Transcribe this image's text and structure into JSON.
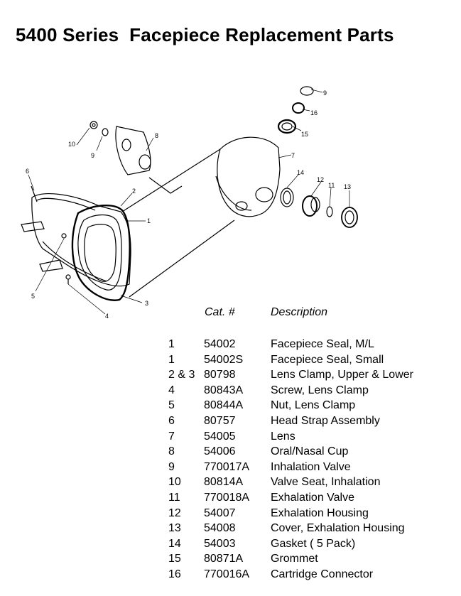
{
  "title": "5400 Series  Facepiece Replacement Parts",
  "diagram": {
    "callouts": [
      "1",
      "2",
      "3",
      "4",
      "5",
      "6",
      "7",
      "8",
      "9",
      "10",
      "9",
      "11",
      "12",
      "13",
      "14",
      "15",
      "16"
    ]
  },
  "table": {
    "headers": {
      "cat": "Cat. #",
      "desc": "Description"
    },
    "rows": [
      {
        "item": "1",
        "cat": "54002",
        "desc": "Facepiece Seal, M/L"
      },
      {
        "item": "1",
        "cat": "54002S",
        "desc": "Facepiece Seal, Small"
      },
      {
        "item": "2 & 3",
        "cat": "80798",
        "desc": "Lens Clamp, Upper & Lower"
      },
      {
        "item": "4",
        "cat": "80843A",
        "desc": "Screw, Lens Clamp"
      },
      {
        "item": "5",
        "cat": "80844A",
        "desc": "Nut, Lens Clamp"
      },
      {
        "item": "6",
        "cat": "80757",
        "desc": "Head Strap Assembly"
      },
      {
        "item": "7",
        "cat": "54005",
        "desc": "Lens"
      },
      {
        "item": "8",
        "cat": "54006",
        "desc": "Oral/Nasal Cup"
      },
      {
        "item": "9",
        "cat": "770017A",
        "desc": "Inhalation Valve"
      },
      {
        "item": "10",
        "cat": "80814A",
        "desc": "Valve Seat, Inhalation"
      },
      {
        "item": "11",
        "cat": "770018A",
        "desc": "Exhalation Valve"
      },
      {
        "item": "12",
        "cat": "54007",
        "desc": "Exhalation Housing"
      },
      {
        "item": "13",
        "cat": "54008",
        "desc": "Cover, Exhalation Housing"
      },
      {
        "item": "14",
        "cat": "54003",
        "desc": "Gasket ( 5 Pack)"
      },
      {
        "item": "15",
        "cat": "80871A",
        "desc": "Grommet"
      },
      {
        "item": "16",
        "cat": "770016A",
        "desc": "Cartridge Connector"
      }
    ]
  }
}
